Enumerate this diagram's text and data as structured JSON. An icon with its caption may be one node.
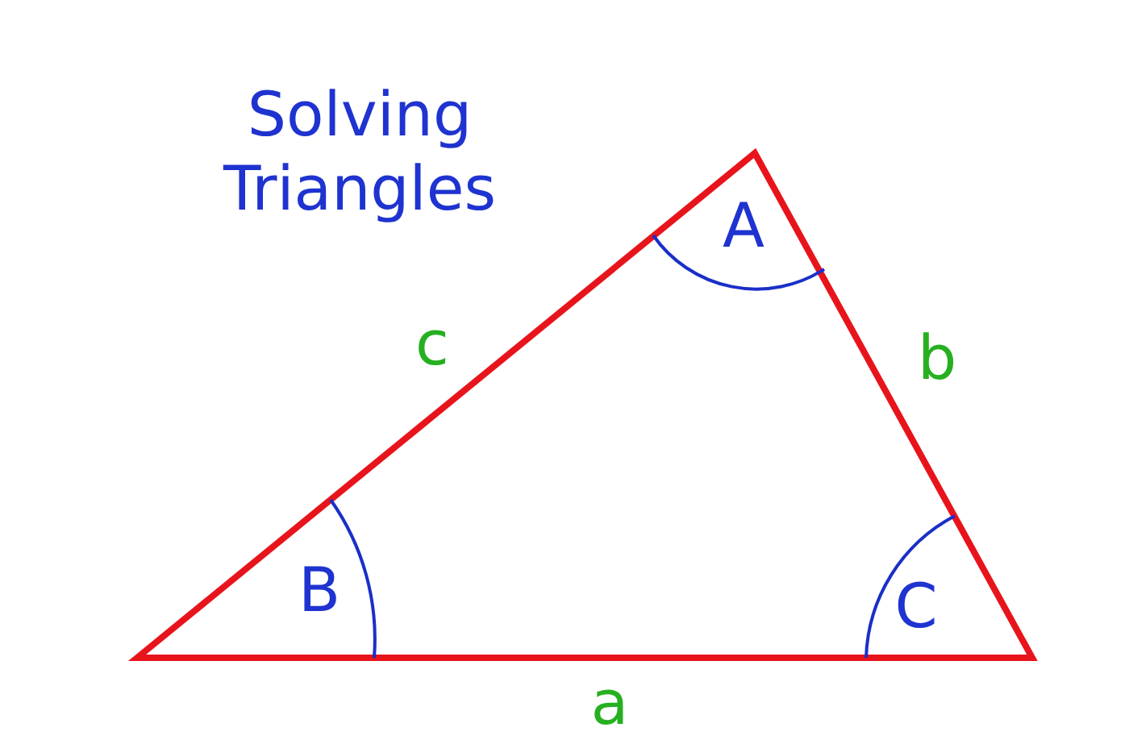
{
  "diagram": {
    "title": "Solving Triangles",
    "labels": [
      "A",
      "c",
      "b",
      "B",
      "C",
      "a"
    ]
  }
}
